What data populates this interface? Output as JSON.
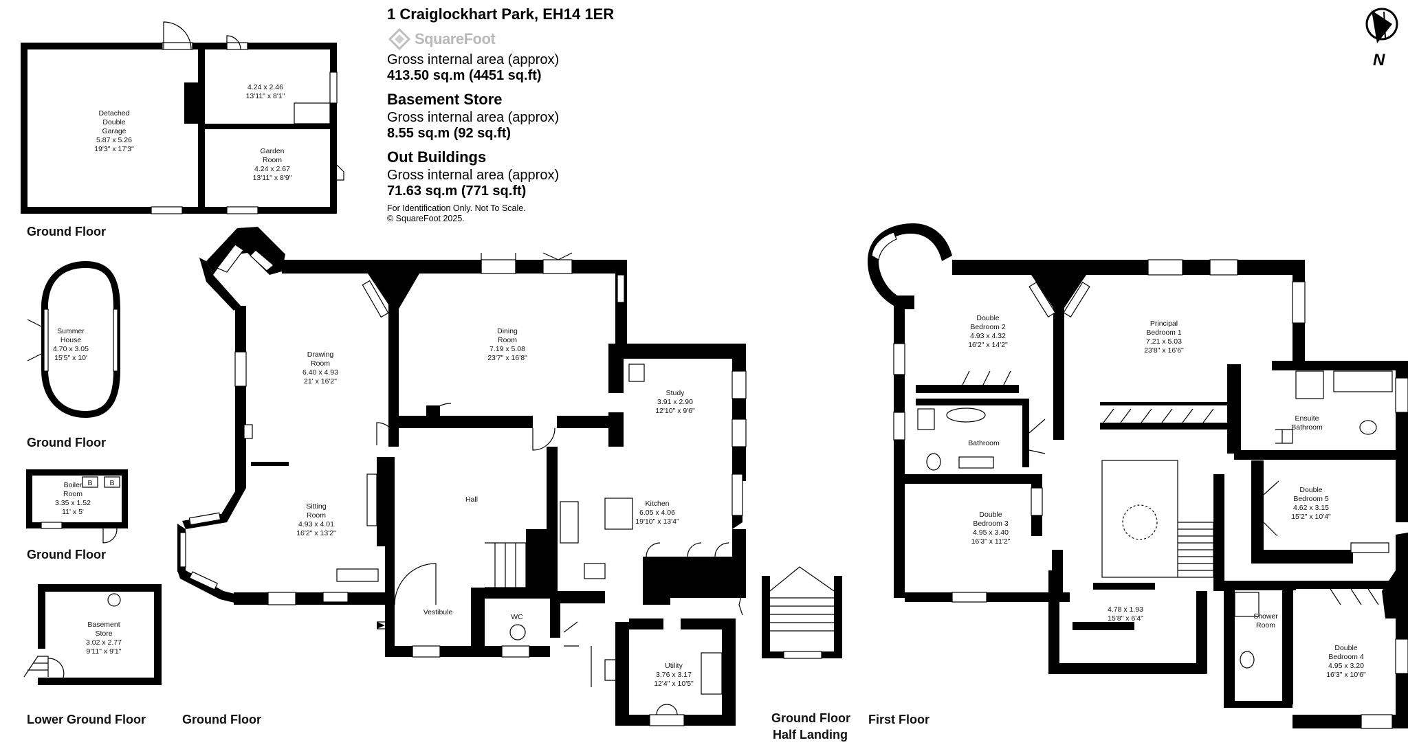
{
  "header": {
    "address": "1 Craiglockhart Park, EH14 1ER",
    "brand": "SquareFoot",
    "gia_label": "Gross internal area (approx)",
    "main_area": "413.50 sq.m (4451 sq.ft)",
    "basement_title": "Basement Store",
    "basement_gia_label": "Gross internal area (approx)",
    "basement_area": "8.55 sq.m (92 sq.ft)",
    "outbuildings_title": "Out Buildings",
    "outbuildings_gia_label": "Gross internal area (approx)",
    "outbuildings_area": "71.63 sq.m (771 sq.ft)",
    "disclaimer": "For Identification Only. Not To Scale.",
    "copyright": "© SquareFoot 2025."
  },
  "compass": {
    "label": "N"
  },
  "floor_labels": {
    "garage_block": "Ground Floor",
    "summer_house": "Ground Floor",
    "boiler_room": "Ground Floor",
    "basement": "Lower Ground Floor",
    "main_ground": "Ground Floor",
    "half_landing_1": "Ground Floor",
    "half_landing_2": "Half Landing",
    "first_floor": "First Floor"
  },
  "rooms": {
    "garage": [
      "Detached",
      "Double",
      "Garage",
      "5.87 x 5.26",
      "19'3\" x 17'3\""
    ],
    "store_out": [
      "4.24 x 2.46",
      "13'11\" x 8'1\""
    ],
    "garden_room": [
      "Garden",
      "Room",
      "4.24 x 2.67",
      "13'11\" x 8'9\""
    ],
    "summer_house": [
      "Summer",
      "House",
      "4.70 x 3.05",
      "15'5\" x 10'"
    ],
    "boiler": [
      "Boiler",
      "Room",
      "3.35 x 1.52",
      "11' x 5'"
    ],
    "boiler_marks": [
      "B",
      "B"
    ],
    "basement_store": [
      "Basement",
      "Store",
      "3.02 x 2.77",
      "9'11\" x 9'1\""
    ],
    "drawing_room": [
      "Drawing",
      "Room",
      "6.40 x 4.93",
      "21' x 16'2\""
    ],
    "dining_room": [
      "Dining",
      "Room",
      "7.19 x 5.08",
      "23'7\" x 16'8\""
    ],
    "study": [
      "Study",
      "3.91 x 2.90",
      "12'10\" x 9'6\""
    ],
    "sitting_room": [
      "Sitting",
      "Room",
      "4.93 x 4.01",
      "16'2\" x 13'2\""
    ],
    "hall": [
      "Hall"
    ],
    "kitchen": [
      "Kitchen",
      "6.05 x 4.06",
      "19'10\" x 13'4\""
    ],
    "vestibule": [
      "Vestibule"
    ],
    "wc": [
      "WC"
    ],
    "utility": [
      "Utility",
      "3.76 x 3.17",
      "12'4\" x 10'5\""
    ],
    "bedroom2": [
      "Double",
      "Bedroom 2",
      "4.93 x 4.32",
      "16'2\" x 14'2\""
    ],
    "principal": [
      "Principal",
      "Bedroom 1",
      "7.21 x 5.03",
      "23'8\" x 16'6\""
    ],
    "ensuite": [
      "Ensuite",
      "Bathroom"
    ],
    "bathroom": [
      "Bathroom"
    ],
    "bedroom3": [
      "Double",
      "Bedroom 3",
      "4.95 x 3.40",
      "16'3\" x 11'2\""
    ],
    "bedroom5": [
      "Double",
      "Bedroom 5",
      "4.62 x 3.15",
      "15'2\" x 10'4\""
    ],
    "landing_store": [
      "4.78 x 1.93",
      "15'8\" x 6'4\""
    ],
    "shower_room": [
      "Shower",
      "Room"
    ],
    "bedroom4": [
      "Double",
      "Bedroom 4",
      "4.95 x 3.20",
      "16'3\" x 10'6\""
    ]
  }
}
